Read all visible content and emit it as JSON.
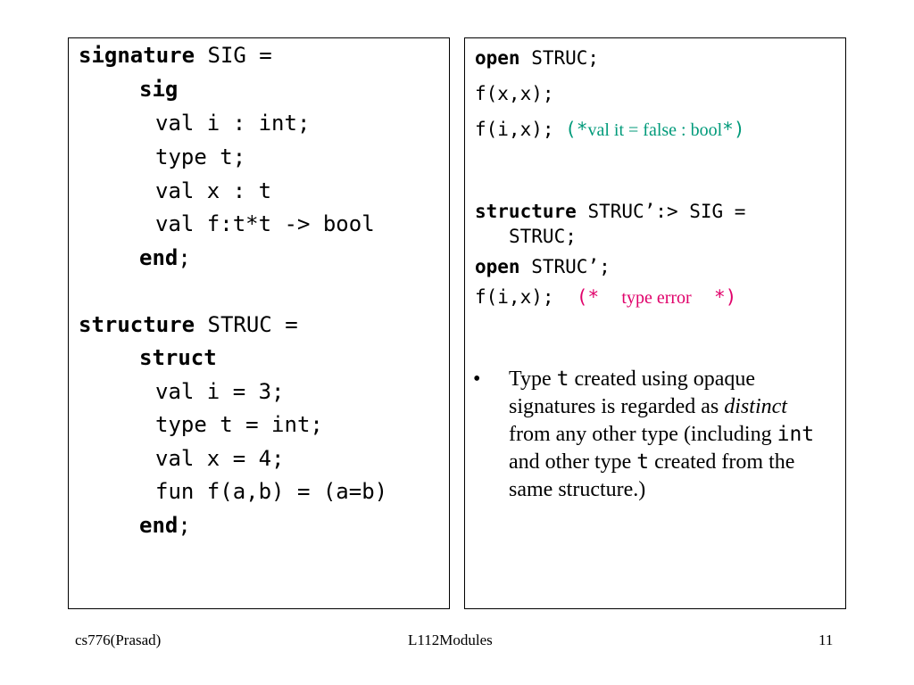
{
  "left_code": {
    "l1_kw": "signature",
    "l1_rest": " SIG =",
    "l2_kw": "sig",
    "l3": "val i : int;",
    "l4": "type t;",
    "l5": "val x : t",
    "l6": "val f:t*t -> bool",
    "l7_kw": "end",
    "l7_rest": ";",
    "l8_kw": "structure",
    "l8_rest": " STRUC =",
    "l9_kw": "struct",
    "l10": "val i = 3;",
    "l11": "type t = int;",
    "l12": "val x = 4;",
    "l13": "fun f(a,b) = (a=b)",
    "l14_kw": "end",
    "l14_rest": ";"
  },
  "right_code": {
    "r1_kw": "open",
    "r1_rest": " STRUC;",
    "r2": "f(x,x);",
    "r3": "f(i,x);",
    "r3_cmt_open": "(*",
    "r3_cmt_text": "val it = false : bool",
    "r3_cmt_close": "*)",
    "r4_kw": "structure",
    "r4_rest": " STRUC’:> SIG =",
    "r5": "STRUC;",
    "r6_kw": "open",
    "r6_rest": " STRUC’;",
    "r7": "f(i,x);",
    "r7_cmt_open": "(*",
    "r7_cmt_text": "type error",
    "r7_cmt_close": "*)"
  },
  "bullet": {
    "mark": "•",
    "p1": "Type ",
    "code1": "t",
    "p2": " created using opaque signatures  is regarded as ",
    "em": "distinct",
    "p3": " from any other type (including ",
    "code2": "int",
    "p4": " and other type ",
    "code3": "t",
    "p5": " created from the same structure.)"
  },
  "footer": {
    "left": "cs776(Prasad)",
    "center": "L112Modules",
    "right": "11"
  }
}
